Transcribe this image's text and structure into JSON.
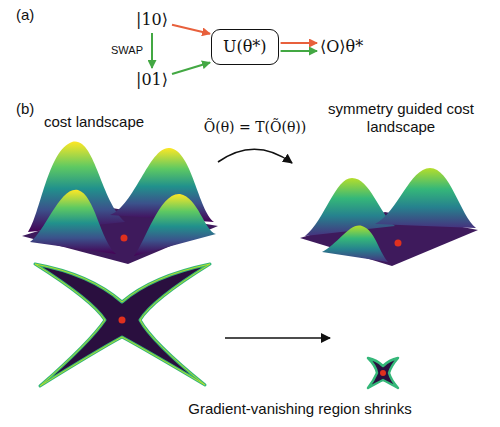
{
  "diagram": {
    "nodes": [
      {
        "text": [
          "|10⟩"
        ]
      },
      {
        "text": [
          "|01⟩"
        ]
      },
      {
        "text": [
          "U(θ*)"
        ]
      },
      {
        "text": [
          "⟨O⟩θ*"
        ]
      }
    ],
    "edges": [
      {
        "from": 0,
        "to": 2,
        "arrow": "to"
      },
      {
        "from": 1,
        "to": 2,
        "arrow": "to"
      },
      {
        "from": 0,
        "to": 1,
        "arrow": "to",
        "label": "SWAP"
      },
      {
        "from": 2,
        "to": 3,
        "arrow": "to"
      },
      {
        "from": 2,
        "to": 3,
        "arrow": "to"
      }
    ],
    "labels": [
      "(a)",
      "(b)",
      "Õ(θ) = T(Õ(θ))",
      "cost landscape",
      "symmetry guided cost landscape",
      "Gradient-vanishing region shrinks"
    ]
  }
}
